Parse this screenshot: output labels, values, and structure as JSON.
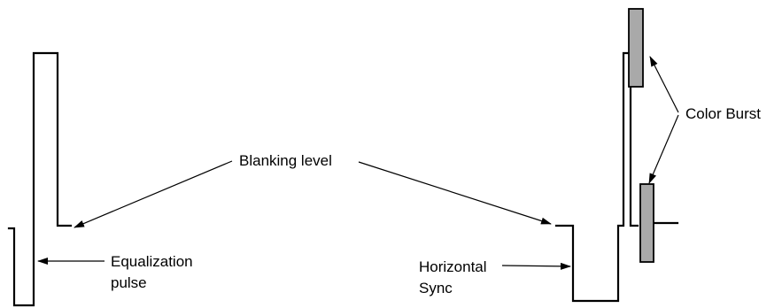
{
  "labels": {
    "blanking": "Blanking level",
    "equalization_line1": "Equalization",
    "equalization_line2": "pulse",
    "horizontal_line1": "Horizontal",
    "horizontal_line2": "Sync",
    "color_burst": "Color Burst"
  }
}
